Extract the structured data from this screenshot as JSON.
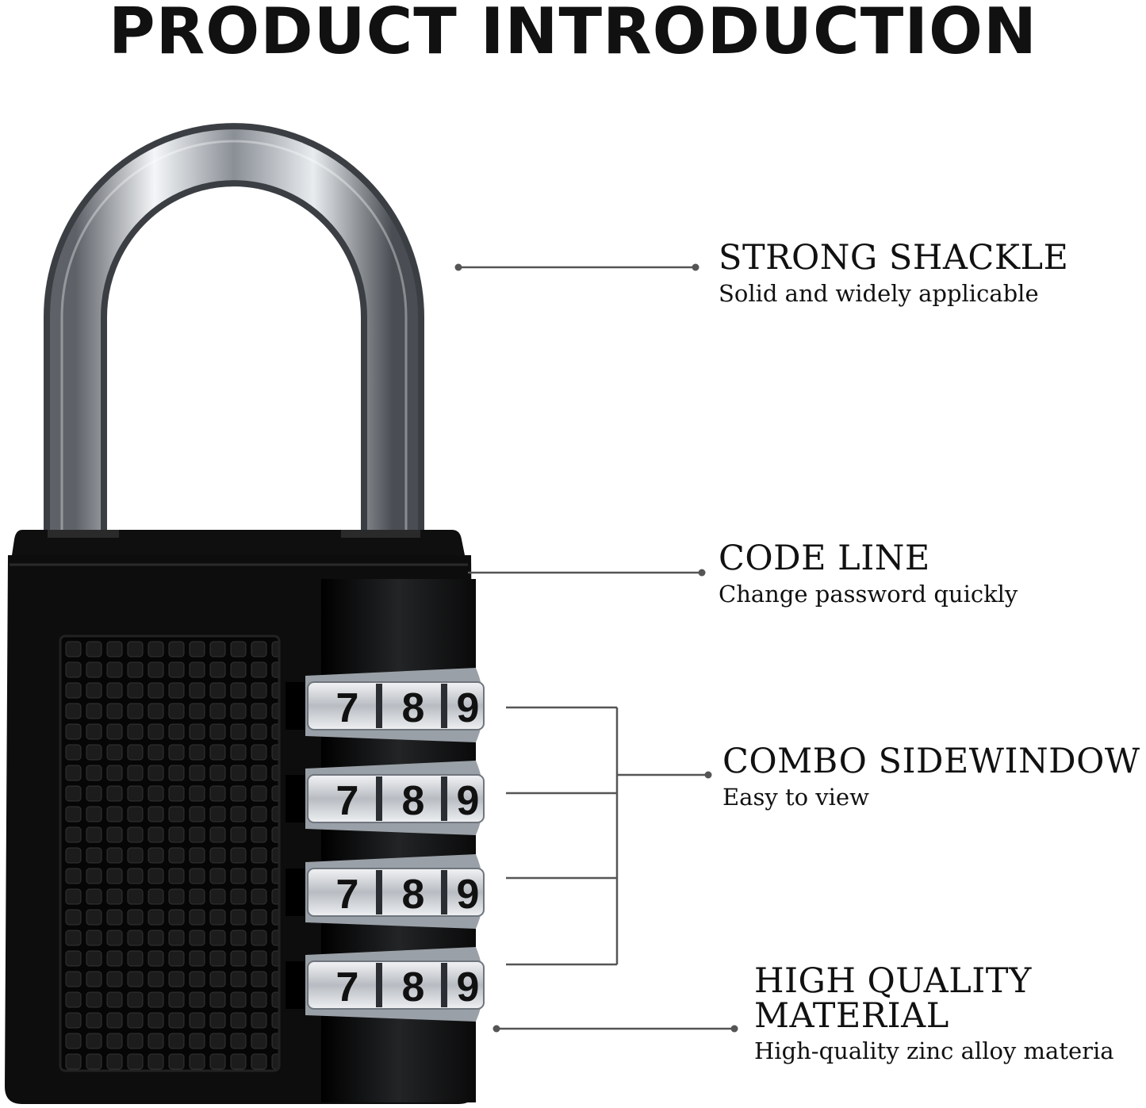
{
  "header": {
    "title": "PRODUCT INTRODUCTION"
  },
  "features": [
    {
      "title": "STRONG SHACKLE",
      "desc": "Solid and widely applicable"
    },
    {
      "title": "CODE LINE",
      "desc": "Change password quickly"
    },
    {
      "title": "COMBO SIDEWINDOW",
      "desc": "Easy to view"
    },
    {
      "title": "HIGH QUALITY MATERIAL",
      "desc": "High-quality zinc alloy materia"
    }
  ],
  "lock": {
    "dial_digits": [
      "7",
      "8",
      "9"
    ],
    "body_color": "#0d0d0d",
    "shackle_color": "#c9cdd2"
  },
  "colors": {
    "text": "#111111",
    "callout_line": "#555555"
  }
}
